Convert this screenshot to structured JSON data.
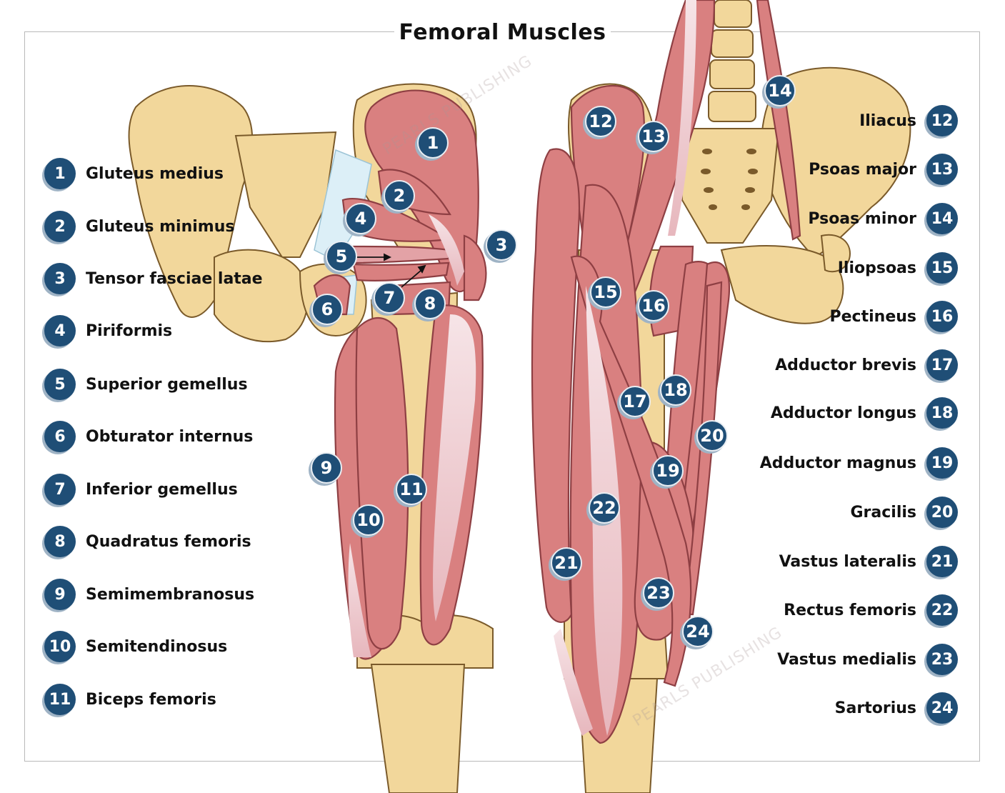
{
  "title": "Femoral Muscles",
  "watermark": "PEARLS PUBLISHING",
  "colors": {
    "muscle": "#d98080",
    "muscle_dark": "#a94f52",
    "tendon": "#f3d9dd",
    "bone": "#f2d79b",
    "bone_shadow": "#c69a4a",
    "badge": "#1f4e76",
    "membrane": "#dceff7"
  },
  "legend_left": [
    {
      "num": "1",
      "label": "Gluteus medius"
    },
    {
      "num": "2",
      "label": "Gluteus minimus"
    },
    {
      "num": "3",
      "label": "Tensor fasciae latae"
    },
    {
      "num": "4",
      "label": "Piriformis"
    },
    {
      "num": "5",
      "label": "Superior gemellus"
    },
    {
      "num": "6",
      "label": "Obturator internus"
    },
    {
      "num": "7",
      "label": "Inferior gemellus"
    },
    {
      "num": "8",
      "label": "Quadratus femoris"
    },
    {
      "num": "9",
      "label": "Semimembranosus"
    },
    {
      "num": "10",
      "label": "Semitendinosus"
    },
    {
      "num": "11",
      "label": "Biceps femoris"
    }
  ],
  "legend_right": [
    {
      "num": "12",
      "label": "Iliacus"
    },
    {
      "num": "13",
      "label": "Psoas major"
    },
    {
      "num": "14",
      "label": "Psoas minor"
    },
    {
      "num": "15",
      "label": "Iliopsoas"
    },
    {
      "num": "16",
      "label": "Pectineus"
    },
    {
      "num": "17",
      "label": "Adductor brevis"
    },
    {
      "num": "18",
      "label": "Adductor longus"
    },
    {
      "num": "19",
      "label": "Adductor magnus"
    },
    {
      "num": "20",
      "label": "Gracilis"
    },
    {
      "num": "21",
      "label": "Vastus lateralis"
    },
    {
      "num": "22",
      "label": "Rectus femoris"
    },
    {
      "num": "23",
      "label": "Vastus medialis"
    },
    {
      "num": "24",
      "label": "Sartorius"
    }
  ],
  "markers": [
    "1",
    "2",
    "3",
    "4",
    "5",
    "6",
    "7",
    "8",
    "9",
    "10",
    "11",
    "12",
    "13",
    "14",
    "15",
    "16",
    "17",
    "18",
    "19",
    "20",
    "21",
    "22",
    "23",
    "24"
  ]
}
